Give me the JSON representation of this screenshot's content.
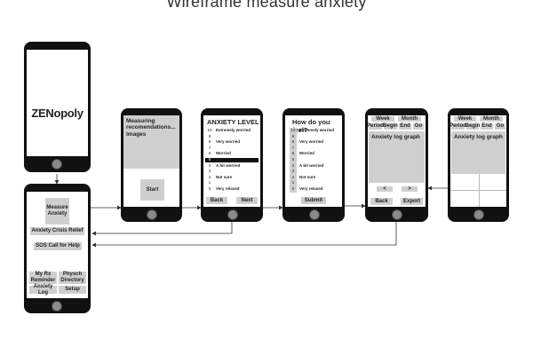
{
  "title": "Wireframe measure anxiety",
  "screen1": {
    "app_name": "ZENopoly"
  },
  "screen2": {
    "measure": "Measure Anxiety",
    "crisis": "Anxiety Crisis Relief",
    "sos": "SOS Call for Help",
    "rx": "My Rx Reminder",
    "physch": "Physch Directory",
    "log": "Anxiety Log",
    "setup": "Setup"
  },
  "screen3": {
    "heading": "Measuring recomendations... Images",
    "start": "Start"
  },
  "screen4": {
    "heading": "ANXIETY LEVEL",
    "levels": [
      {
        "n": "10",
        "label": "Extremely worried"
      },
      {
        "n": "9",
        "label": ""
      },
      {
        "n": "8",
        "label": "Very worried"
      },
      {
        "n": "7",
        "label": ""
      },
      {
        "n": "6",
        "label": "Worried"
      },
      {
        "n": "5",
        "label": ""
      },
      {
        "n": "4",
        "label": "A bit worried"
      },
      {
        "n": "3",
        "label": ""
      },
      {
        "n": "2",
        "label": "Not sure"
      },
      {
        "n": "1",
        "label": ""
      },
      {
        "n": "0",
        "label": "Very relaxed"
      }
    ],
    "back": "Back",
    "next": "Next"
  },
  "screen5": {
    "heading": "How do you feel?",
    "levels": [
      {
        "n": "10",
        "label": "Extremely worried"
      },
      {
        "n": "9",
        "label": ""
      },
      {
        "n": "8",
        "label": "Very worried"
      },
      {
        "n": "7",
        "label": ""
      },
      {
        "n": "6",
        "label": "Worried"
      },
      {
        "n": "5",
        "label": ""
      },
      {
        "n": "4",
        "label": "A bit worried"
      },
      {
        "n": "3",
        "label": ""
      },
      {
        "n": "2",
        "label": "Not sure"
      },
      {
        "n": "1",
        "label": ""
      },
      {
        "n": "0",
        "label": "Very relaxed"
      }
    ],
    "submit": "Submit"
  },
  "screen6": {
    "week": "Week",
    "month": "Month",
    "period": "Period",
    "begin": "Begin",
    "end": "End",
    "go": "Go",
    "graph": "Anxiety log graph",
    "prev": "<",
    "next": ">",
    "back": "Back",
    "export": "Export"
  },
  "screen7": {
    "week": "Week",
    "month": "Month",
    "period": "Period",
    "begin": "Begin",
    "end": "End",
    "go": "Go",
    "graph": "Anxiety log graph"
  }
}
